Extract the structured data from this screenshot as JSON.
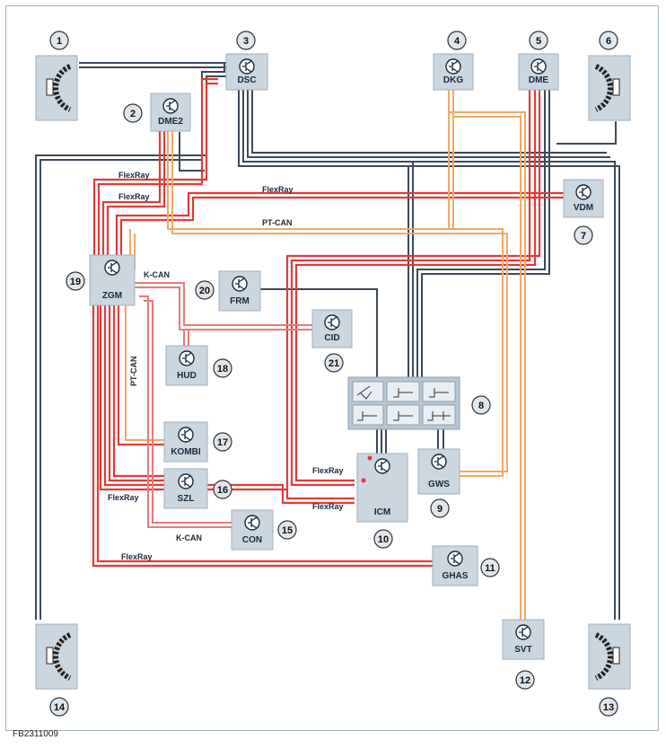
{
  "colors": {
    "flexray": "#e23a3a",
    "pt_can": "#f2a865",
    "k_can": "#e9787a",
    "wire_dark": "#3b4a5a",
    "box_fill": "#cbd6df",
    "box_stroke": "#9fb0c0"
  },
  "ecus": [
    {
      "id": "dsc",
      "label": "DSC"
    },
    {
      "id": "dme2",
      "label": "DME2"
    },
    {
      "id": "dkg",
      "label": "DKG"
    },
    {
      "id": "dme",
      "label": "DME"
    },
    {
      "id": "vdm",
      "label": "VDM"
    },
    {
      "id": "zgm",
      "label": "ZGM"
    },
    {
      "id": "frm",
      "label": "FRM"
    },
    {
      "id": "cid",
      "label": "CID"
    },
    {
      "id": "hud",
      "label": "HUD"
    },
    {
      "id": "kombi",
      "label": "KOMBI"
    },
    {
      "id": "szl",
      "label": "SZL"
    },
    {
      "id": "con",
      "label": "CON"
    },
    {
      "id": "icm",
      "label": "ICM"
    },
    {
      "id": "gws",
      "label": "GWS"
    },
    {
      "id": "ghas",
      "label": "GHAS"
    },
    {
      "id": "svt",
      "label": "SVT"
    }
  ],
  "numbers": [
    "1",
    "2",
    "3",
    "4",
    "5",
    "6",
    "7",
    "8",
    "9",
    "10",
    "11",
    "12",
    "13",
    "14",
    "15",
    "16",
    "17",
    "18",
    "19",
    "20",
    "21"
  ],
  "bus_labels": {
    "flexray_1": "FlexRay",
    "flexray_2": "FlexRay",
    "flexray_3": "FlexRay",
    "flexray_4": "FlexRay",
    "flexray_5": "FlexRay",
    "flexray_6": "FlexRay",
    "flexray_7": "FlexRay",
    "pt_can_top": "PT-CAN",
    "pt_can_side": "PT-CAN",
    "k_can_top": "K-CAN",
    "k_can_bottom": "K-CAN"
  },
  "doc_id": "FB2311009"
}
